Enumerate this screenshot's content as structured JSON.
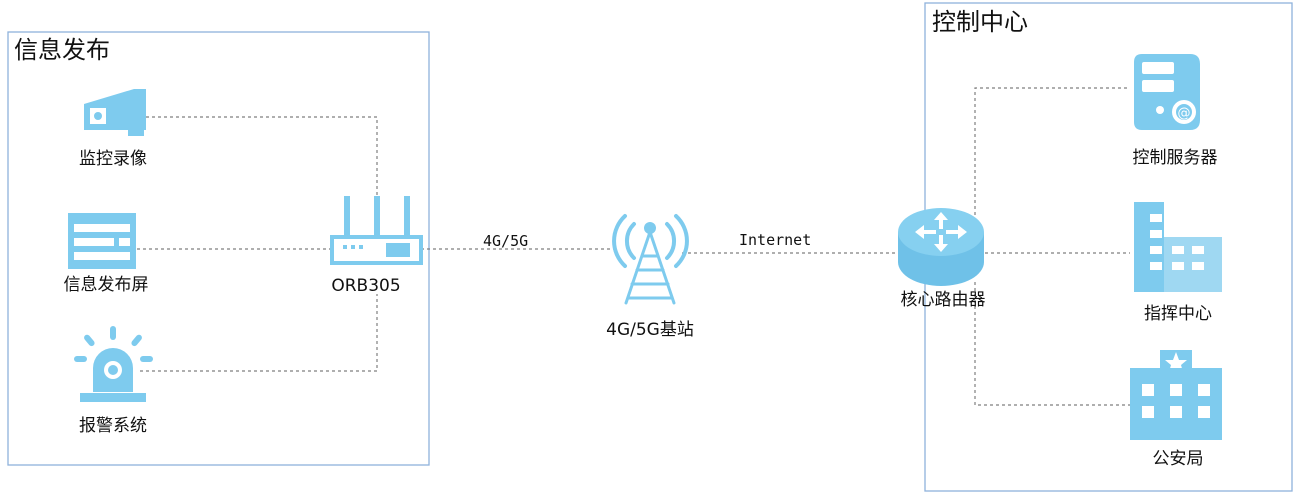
{
  "groups": {
    "publish": {
      "title": "信息发布"
    },
    "control": {
      "title": "控制中心"
    }
  },
  "nodes": {
    "camera": {
      "label": "监控录像",
      "icon": "cctv-camera-icon"
    },
    "screen": {
      "label": "信息发布屏",
      "icon": "display-screen-icon"
    },
    "alarm": {
      "label": "报警系统",
      "icon": "alarm-siren-icon"
    },
    "router": {
      "label": "ORB305",
      "icon": "wireless-router-icon"
    },
    "tower": {
      "label": "4G/5G基站",
      "icon": "cell-tower-icon"
    },
    "core": {
      "label": "核心路由器",
      "icon": "core-router-icon"
    },
    "server": {
      "label": "控制服务器",
      "icon": "server-icon"
    },
    "command": {
      "label": "指挥中心",
      "icon": "office-building-icon"
    },
    "police": {
      "label": "公安局",
      "icon": "police-station-icon"
    }
  },
  "links": {
    "router_tower": {
      "label": "4G/5G"
    },
    "tower_core": {
      "label": "Internet"
    }
  },
  "colors": {
    "icon": "#7ecbee",
    "icon_light": "#b9e4f7",
    "frame": "#8fb2dc",
    "line": "#7f7f7f"
  }
}
